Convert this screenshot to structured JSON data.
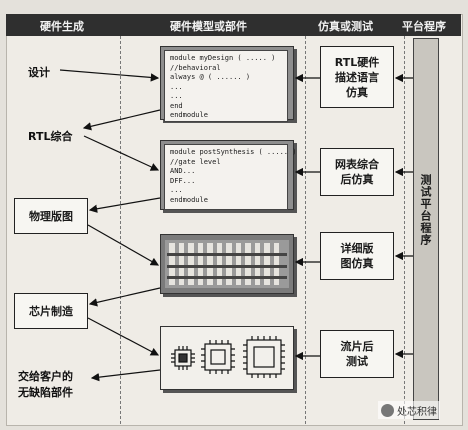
{
  "headers": {
    "col1": "硬件生成",
    "col2": "硬件模型或部件",
    "col3": "仿真或测试",
    "col4": "平台程序"
  },
  "left_items": {
    "design": "设计",
    "rtl": "RTL综合",
    "physical": "物理版图",
    "fab": "芯片制造",
    "deliver_line1": "交给客户的",
    "deliver_line2": "无缺陷部件"
  },
  "code_blocks": {
    "design": [
      "module myDesign ( ..... )",
      "//behavioral",
      "always @ ( ...... )",
      "...",
      "...",
      "end",
      "endmodule"
    ],
    "synth": [
      "module postSynthesis ( ..... )",
      "//gate level",
      "AND...",
      "DFF...",
      "...",
      "endmodule"
    ]
  },
  "sim_boxes": {
    "rtl_sim": [
      "RTL硬件",
      "描述语言",
      "仿真"
    ],
    "netlist_sim": [
      "网表综合",
      "后仿真"
    ],
    "layout_sim": [
      "详细版",
      "图仿真"
    ],
    "tapeout_test": [
      "流片后",
      "测试"
    ]
  },
  "platform_label": "测试平台程序",
  "watermark": "处芯积律"
}
